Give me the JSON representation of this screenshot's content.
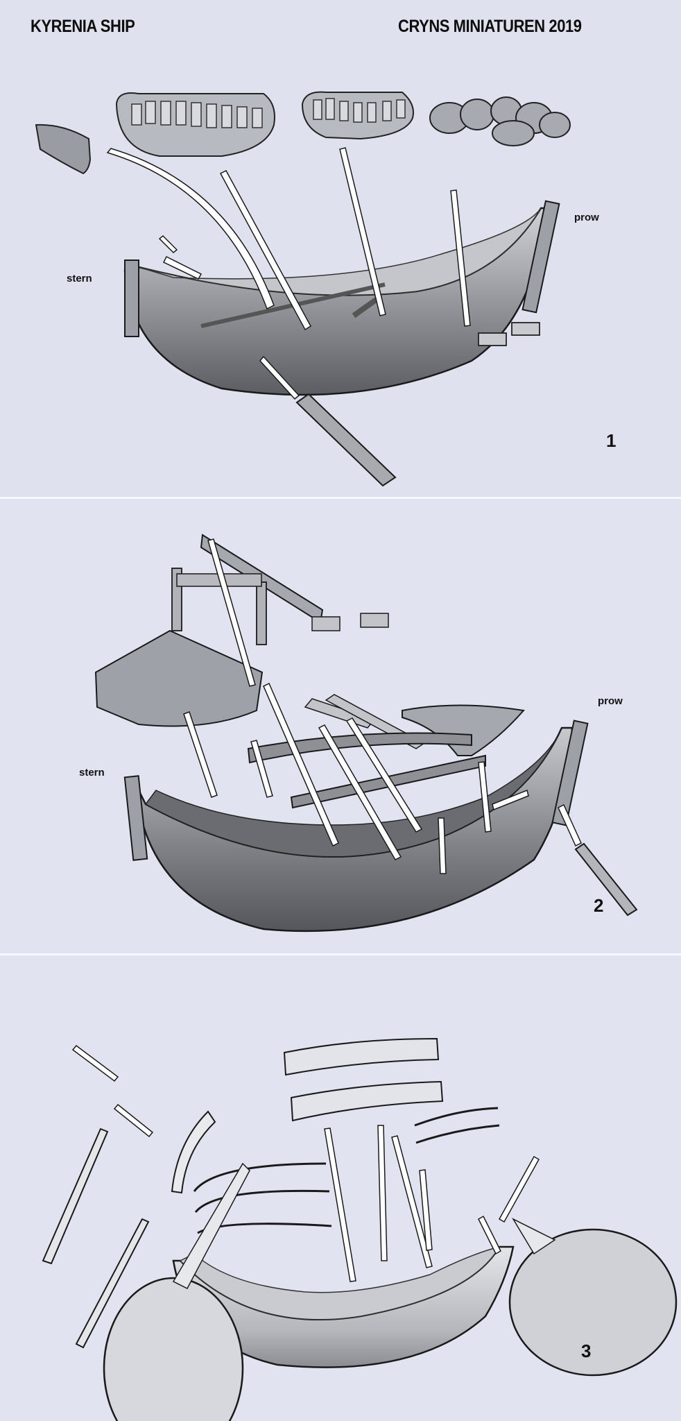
{
  "header": {
    "title_left": "KYRENIA SHIP",
    "title_right": "CRYNS MINIATUREN 2019"
  },
  "panels": [
    {
      "step": "1",
      "labels": {
        "stern": "stern",
        "prow": "prow"
      },
      "parts": [
        "rudder-blade",
        "amphora-cargo-large",
        "amphora-cargo-small",
        "sack-cargo",
        "beam-supports",
        "steering-oar"
      ]
    },
    {
      "step": "2",
      "labels": {
        "stern": "stern",
        "prow": "prow"
      },
      "parts": [
        "crossbeam",
        "stern-deck-with-rail",
        "mast-step-blocks",
        "mast-step",
        "prow-deck",
        "thwart-beams",
        "prow-oar"
      ]
    },
    {
      "step": "3",
      "labels": {},
      "parts": [
        "yard-sails",
        "stern-railing",
        "prow-railing",
        "side-rails",
        "steering-oars",
        "pins",
        "detail-circle-oar-mount",
        "detail-circle-pin-holes"
      ]
    }
  ],
  "colors": {
    "paper": "#e1e4f0",
    "ink": "#1a1a1a",
    "divider": "#f7f8fc",
    "arrow_fill": "#ffffff"
  }
}
